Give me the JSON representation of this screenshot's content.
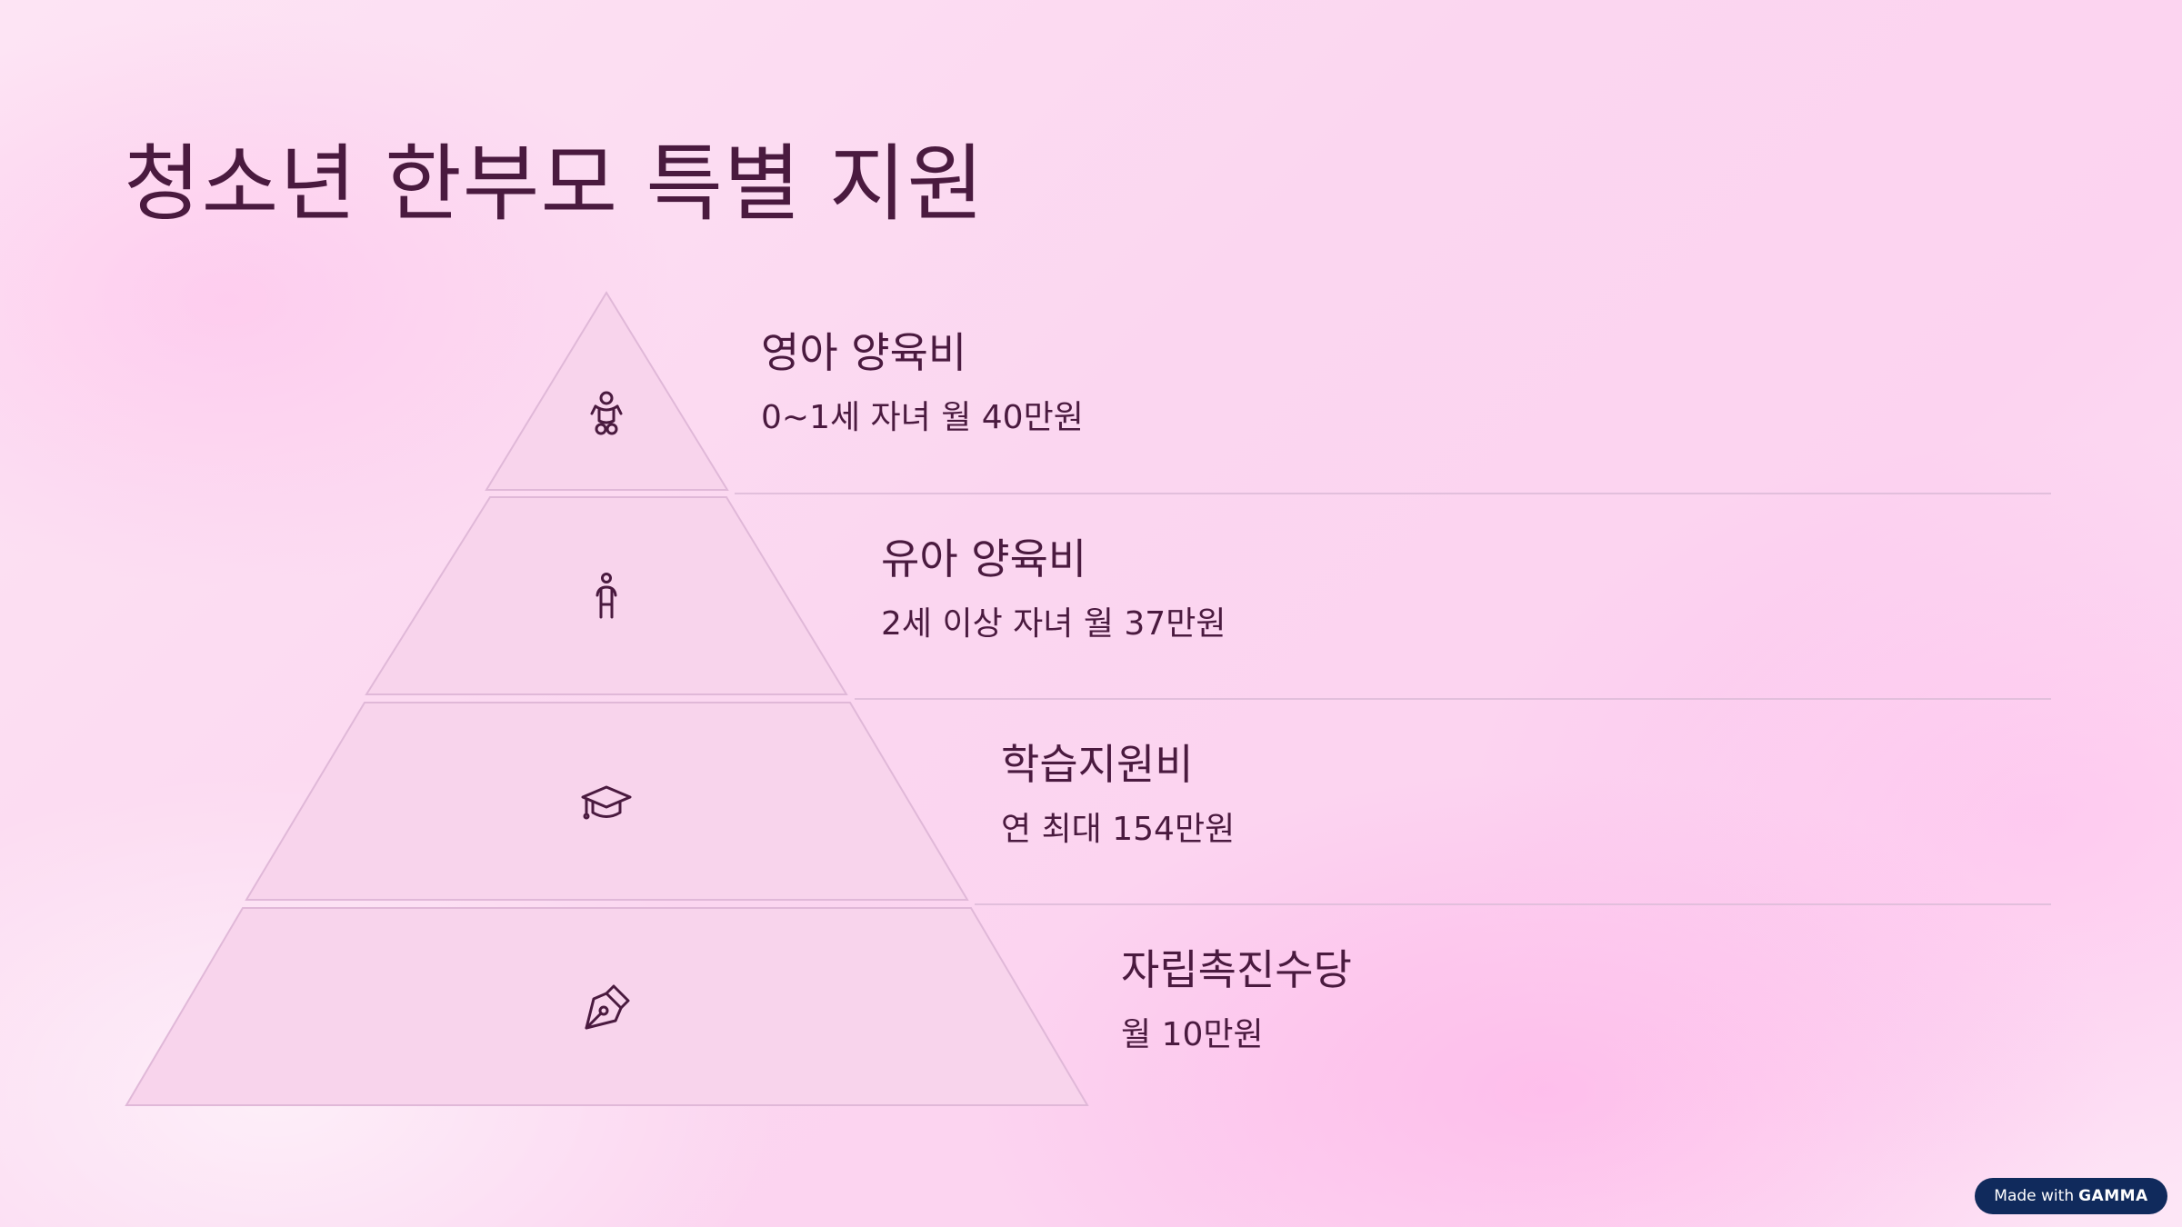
{
  "slide": {
    "title": "청소년 한부모 특별 지원"
  },
  "tiers": [
    {
      "icon": "baby-icon",
      "heading": "영아 양육비",
      "desc": "0~1세 자녀 월 40만원"
    },
    {
      "icon": "child-icon",
      "heading": "유아 양육비",
      "desc": "2세 이상 자녀 월 37만원"
    },
    {
      "icon": "graduation-cap-icon",
      "heading": "학습지원비",
      "desc": "연 최대 154만원"
    },
    {
      "icon": "pen-nib-icon",
      "heading": "자립촉진수당",
      "desc": "월 10만원"
    }
  ],
  "badge": {
    "prefix": "Made with",
    "brand": "GAMMA"
  },
  "colors": {
    "text": "#4a1a3f",
    "tier_fill": "#f8d4ec",
    "tier_stroke": "#e0b8d8",
    "badge_bg": "#102a5c"
  }
}
